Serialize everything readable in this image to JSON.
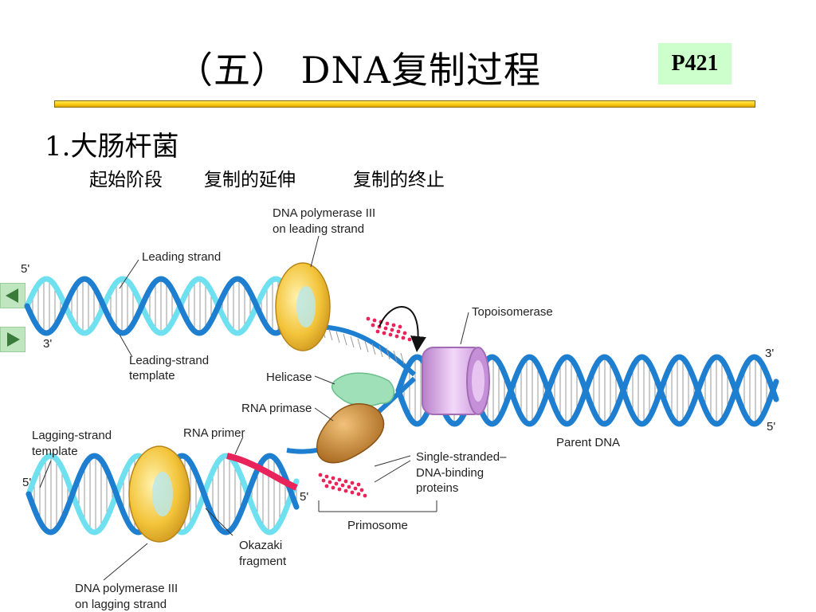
{
  "title": "（五）  DNA复制过程",
  "page_ref": "P421",
  "heading": "1.大肠杆菌",
  "stages": [
    "起始阶段",
    "复制的延伸",
    "复制的终止"
  ],
  "nav": {
    "prev_icon": "triangle-left-icon",
    "next_icon": "triangle-right-icon"
  },
  "diagram": {
    "labels": {
      "pol3_leading_1": "DNA polymerase III",
      "pol3_leading_2": "on leading strand",
      "leading_strand": "Leading strand",
      "leading_template_1": "Leading-strand",
      "leading_template_2": "template",
      "helicase": "Helicase",
      "rna_primase": "RNA primase",
      "rna_primer": "RNA primer",
      "lagging_template_1": "Lagging-strand",
      "lagging_template_2": "template",
      "topoisomerase": "Topoisomerase",
      "parent_dna": "Parent DNA",
      "ssb_1": "Single-stranded–",
      "ssb_2": "DNA-binding",
      "ssb_3": "proteins",
      "primosome": "Primosome",
      "okazaki_1": "Okazaki",
      "okazaki_2": "fragment",
      "pol3_lagging_1": "DNA polymerase III",
      "pol3_lagging_2": "on lagging strand",
      "end_5_top_left": "5'",
      "end_3_top_left": "3'",
      "end_3_right": "3'",
      "end_5_right": "5'",
      "end_5_lower_left": "5'",
      "end_5_primer": "5'"
    },
    "colors": {
      "dark_strand": "#1e7fd0",
      "light_strand": "#6fe0f0",
      "polymerase": "#f3c43a",
      "topoisomerase": "#d9a6e6",
      "helicase": "#9fe0b8",
      "primase": "#c98a2e",
      "primer": "#e8245a",
      "ssb": "#e8245a"
    }
  }
}
